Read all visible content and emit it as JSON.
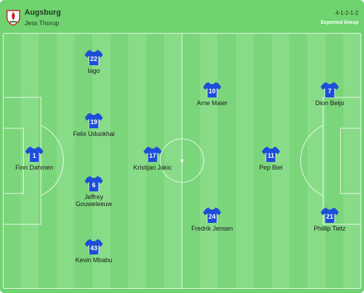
{
  "team": {
    "name": "Augsburg",
    "coach": "Jess Thorup",
    "formation": "4-1-2-1-2",
    "lineup_status": "Expected lineup"
  },
  "colors": {
    "pitch_light": "#88dc88",
    "pitch_dark": "#7bd57b",
    "frame": "#6fd36f",
    "shirt": "#1d4ed8",
    "line": "#ffffff"
  },
  "players": [
    {
      "number": "1",
      "name": "Finn Dahmen"
    },
    {
      "number": "22",
      "name": "Iago"
    },
    {
      "number": "19",
      "name": "Felix Uduokhai"
    },
    {
      "number": "6",
      "name": "Jeffrey Gouweleeuw"
    },
    {
      "number": "43",
      "name": "Kevin Mbabu"
    },
    {
      "number": "17",
      "name": "Kristijan Jakic"
    },
    {
      "number": "10",
      "name": "Arne Maier"
    },
    {
      "number": "24",
      "name": "Fredrik Jensen"
    },
    {
      "number": "11",
      "name": "Pep Biel"
    },
    {
      "number": "7",
      "name": "Dion Beljo"
    },
    {
      "number": "21",
      "name": "Phillip Tietz"
    }
  ]
}
